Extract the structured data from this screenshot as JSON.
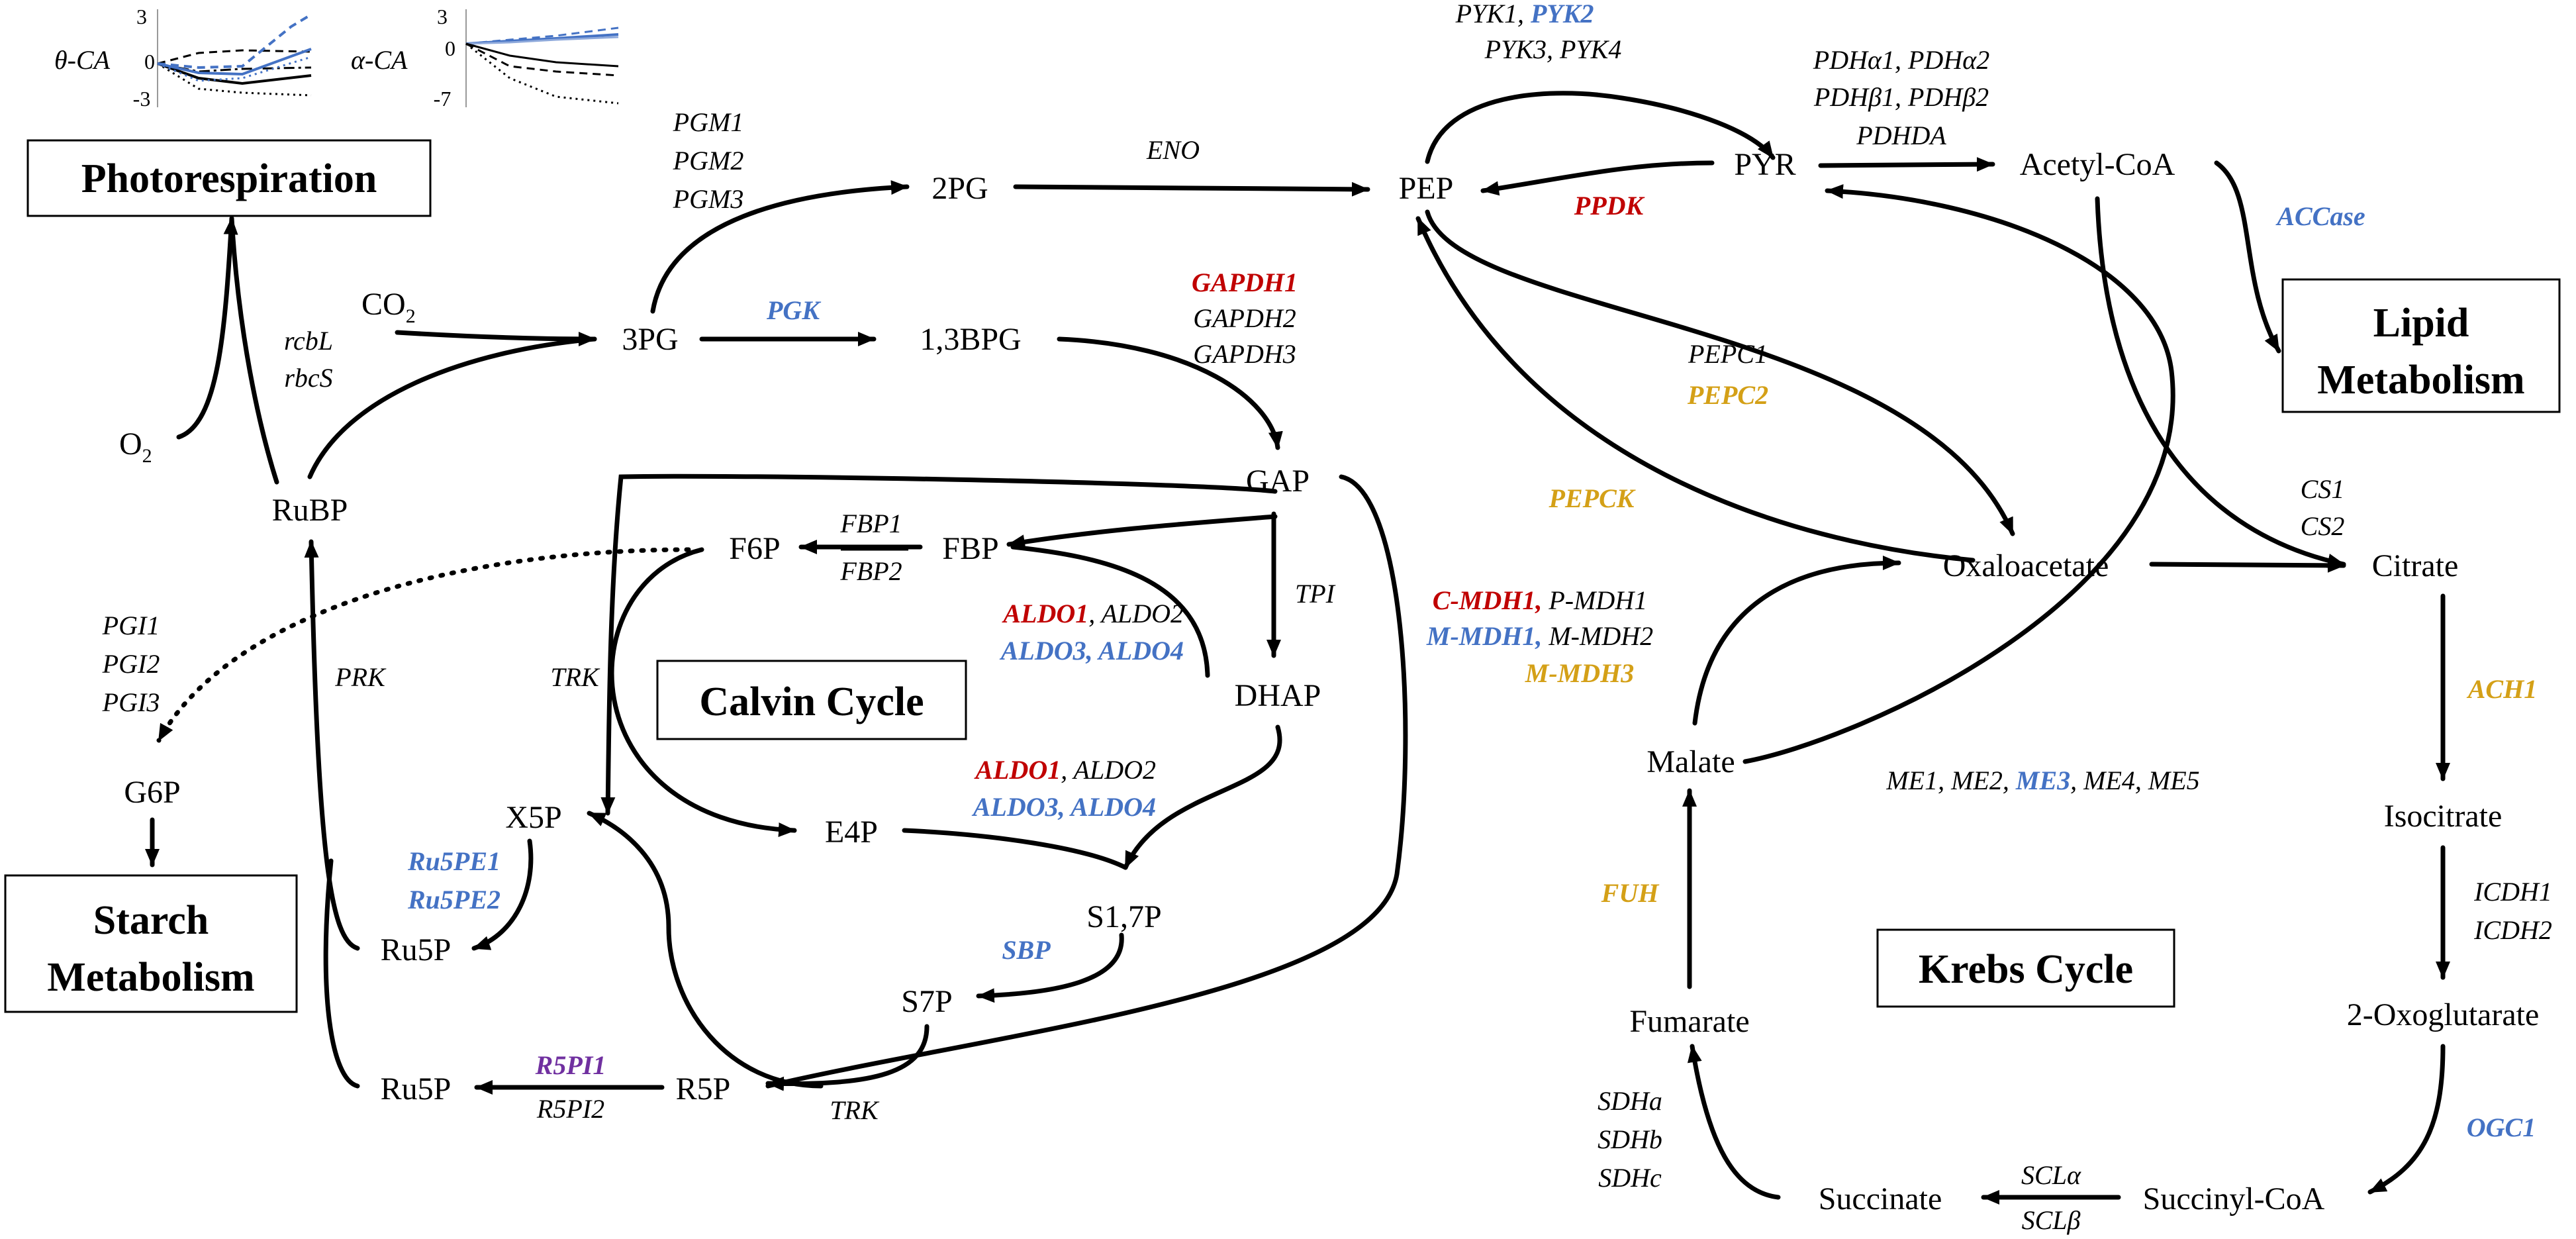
{
  "colors": {
    "red": "#c00000",
    "blue": "#4472c4",
    "gold": "#d4a017",
    "purple": "#7030a0",
    "black": "#000000"
  },
  "mini_charts": {
    "theta": {
      "label": "θ-CA",
      "ticks": [
        "3",
        "0",
        "-3"
      ]
    },
    "alpha": {
      "label": "α-CA",
      "ticks": [
        "3",
        "0",
        "-7"
      ]
    }
  },
  "pathways": {
    "photorespiration": "Photorespiration",
    "lipid_line1": "Lipid",
    "lipid_line2": "Metabolism",
    "calvin": "Calvin Cycle",
    "starch_line1": "Starch",
    "starch_line2": "Metabolism",
    "krebs": "Krebs Cycle"
  },
  "metabolites": {
    "co2": "CO",
    "co2_sub": "2",
    "o2": "O",
    "o2_sub": "2",
    "pg3": "3PG",
    "pg2": "2PG",
    "bpg13": "1,3BPG",
    "pep": "PEP",
    "pyr": "PYR",
    "acetyl_coa": "Acetyl-CoA",
    "rubp": "RuBP",
    "gap": "GAP",
    "f6p": "F6P",
    "fbp": "FBP",
    "dhap": "DHAP",
    "g6p": "G6P",
    "x5p": "X5P",
    "e4p": "E4P",
    "s17p": "S1,7P",
    "s7p": "S7P",
    "ru5p_1": "Ru5P",
    "ru5p_2": "Ru5P",
    "r5p": "R5P",
    "oxaloacetate": "Oxaloacetate",
    "citrate": "Citrate",
    "malate": "Malate",
    "isocitrate": "Isocitrate",
    "fumarate": "Fumarate",
    "oxoglutarate": "2-Oxoglutarate",
    "succinate": "Succinate",
    "succinyl_coa": "Succinyl-CoA"
  },
  "enzymes": {
    "pgm1": "PGM1",
    "pgm2": "PGM2",
    "pgm3": "PGM3",
    "eno": "ENO",
    "pyk1": "PYK1,",
    "pyk2": "PYK2",
    "pyk3_4": "PYK3, PYK4",
    "pdha1": "PDHα1, PDHα2",
    "pdhb": "PDHβ1, PDHβ2",
    "pdhda": "PDHDA",
    "ppdk": "PPDK",
    "accase": "ACCase",
    "gapdh1": "GAPDH1",
    "gapdh2": "GAPDH2",
    "gapdh3": "GAPDH3",
    "pgk": "PGK",
    "rcbl": "rcbL",
    "rbcs": "rbcS",
    "pepc1": "PEPC1",
    "pepc2": "PEPC2",
    "pepck": "PEPCK",
    "fbp1": "FBP1",
    "fbp2": "FBP2",
    "tpi": "TPI",
    "aldo_a1": "ALDO1",
    "aldo_a2": ", ALDO2",
    "aldo_a34": "ALDO3, ALDO4",
    "aldo_b1": "ALDO1",
    "aldo_b2": ", ALDO2",
    "aldo_b34": "ALDO3, ALDO4",
    "pgi1": "PGI1",
    "pgi2": "PGI2",
    "pgi3": "PGI3",
    "prk": "PRK",
    "trk1": "TRK",
    "trk2": "TRK",
    "ru5pe1": "Ru5PE1",
    "ru5pe2": "Ru5PE2",
    "sbp": "SBP",
    "r5pi1": "R5PI1",
    "r5pi2": "R5PI2",
    "cmdh1": "C-MDH1,",
    "pmdh1": " P-MDH1",
    "mmdh1": "M-MDH1,",
    "mmdh2": " M-MDH2",
    "mmdh3": "M-MDH3",
    "cs1": "CS1",
    "cs2": "CS2",
    "ach1": "ACH1",
    "me_a": "ME1, ME2, ",
    "me3": "ME3",
    "me_b": ", ME4, ME5",
    "icdh1": "ICDH1",
    "icdh2": "ICDH2",
    "fuh": "FUH",
    "ogc1": "OGC1",
    "sdha": "SDHa",
    "sdhb": "SDHb",
    "sdhc": "SDHc",
    "scla": "SCLα",
    "sclb": "SCLβ"
  }
}
